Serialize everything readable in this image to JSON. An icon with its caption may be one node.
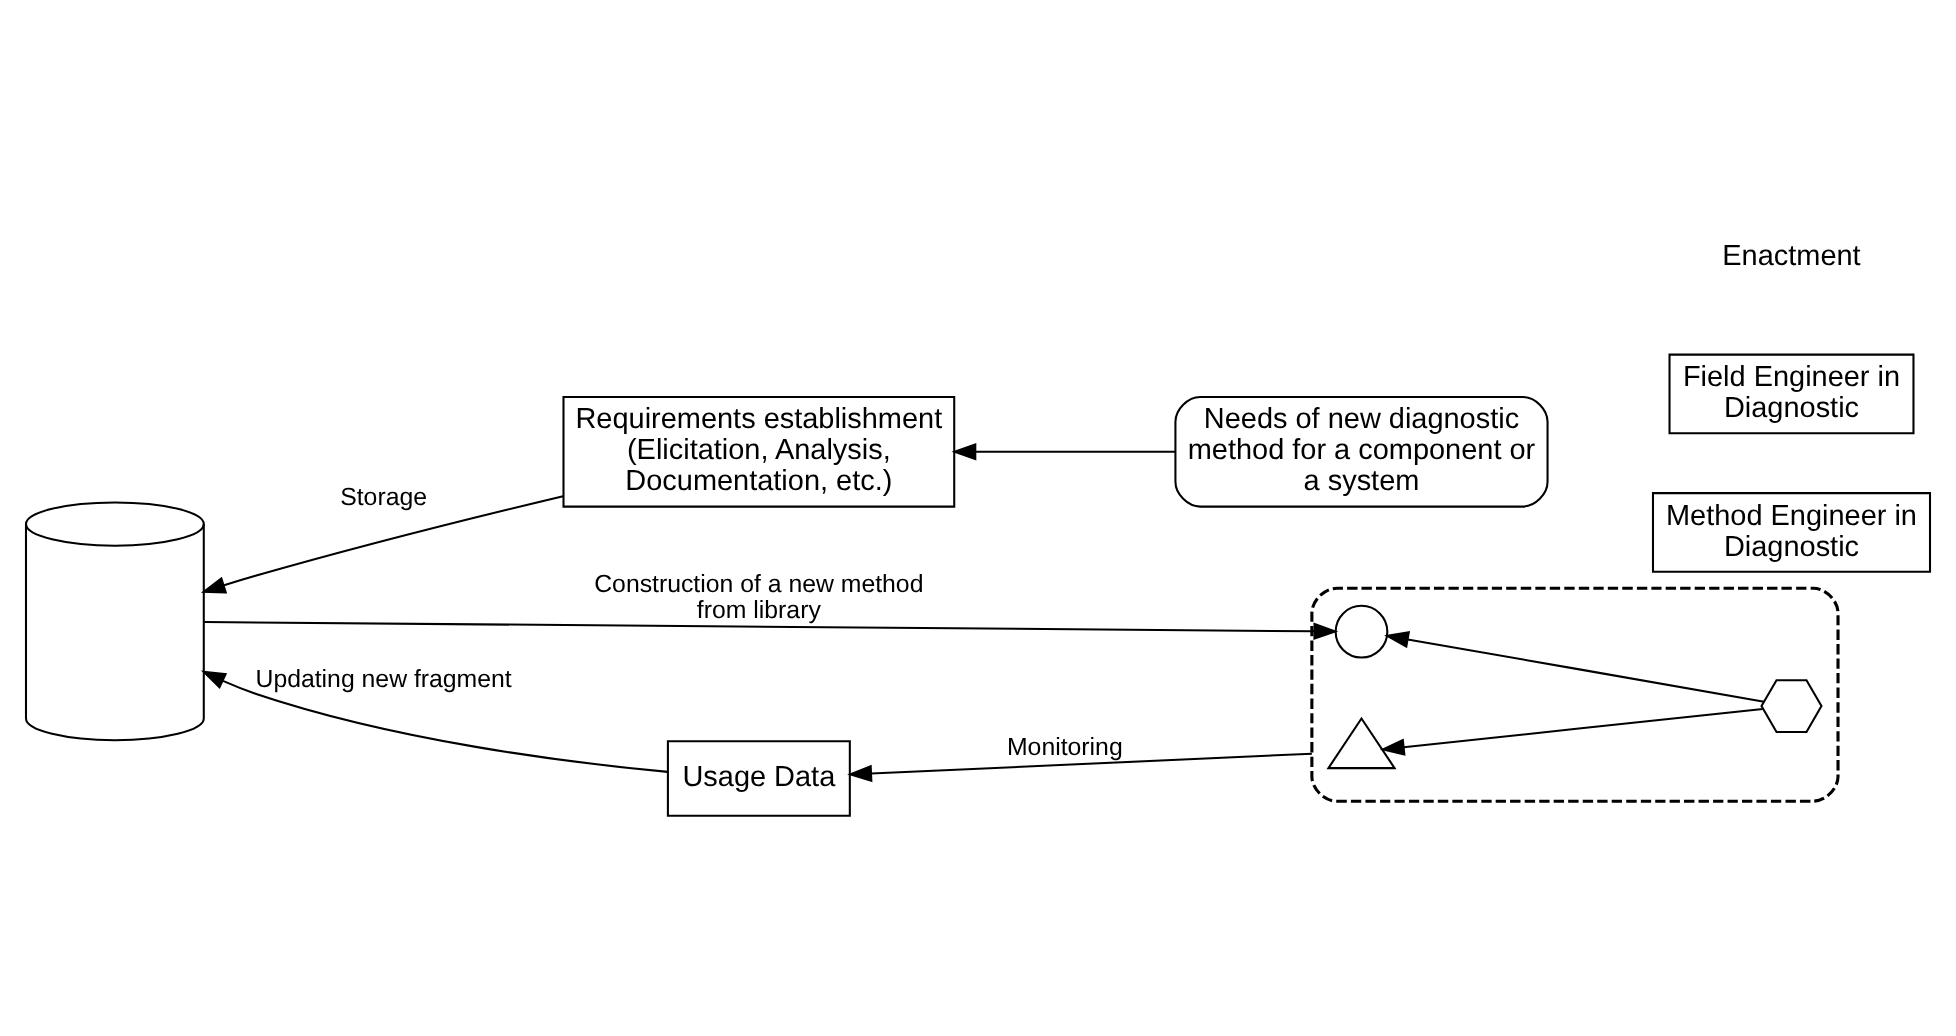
{
  "diagram": {
    "nodes": [
      {
        "text": [
          "Needs of new diagnostic method for a component or a system"
        ]
      },
      {
        "text": [
          "Requirements establishment (Elicitation, Analysis, Documentation, etc.)"
        ]
      },
      {
        "text": [],
        "shape": "cylinder"
      },
      {
        "text": [],
        "shape": "ellipse"
      },
      {
        "text": [],
        "shape": "triangle",
        "in": 3
      },
      {
        "text": [],
        "shape": "circle",
        "in": 3
      },
      {
        "text": [],
        "shape": "hexagon",
        "in": 3
      },
      {
        "text": [
          "Usage Data"
        ]
      },
      {
        "text": [
          "Method Engineer in Diagnostic"
        ]
      },
      {
        "text": [
          "Field Engineer in Diagnostic"
        ]
      }
    ],
    "edges": [
      {
        "from": 0,
        "to": 1,
        "arrow": "to"
      },
      {
        "from": 1,
        "to": 2,
        "arrow": "to",
        "label": "Storage"
      },
      {
        "from": 2,
        "to": 5,
        "arrow": "to",
        "label": "Construction of a new method from library"
      },
      {
        "from": 6,
        "to": 5,
        "arrow": "to"
      },
      {
        "from": 6,
        "to": 4,
        "arrow": "to"
      },
      {
        "from": 3,
        "to": 7,
        "arrow": "to",
        "label": "Monitoring"
      },
      {
        "from": 7,
        "to": 2,
        "arrow": "to",
        "label": "Updating new fragment"
      }
    ],
    "labels": [
      "Enactment"
    ]
  }
}
